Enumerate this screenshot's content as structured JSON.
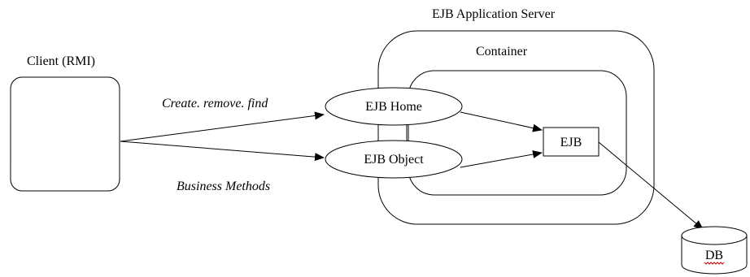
{
  "diagram": {
    "title": "EJB Application Server",
    "container_label": "Container",
    "client_label": "Client (RMI)",
    "home_label": "EJB Home",
    "object_label": "EJB Object",
    "ejb_label": "EJB",
    "db_label": "DB",
    "create_label": "Create. remove. find",
    "business_label": "Business Methods"
  },
  "colors": {
    "stroke": "#000000",
    "background": "#ffffff",
    "spellcheck_underline": "#cc0000"
  }
}
